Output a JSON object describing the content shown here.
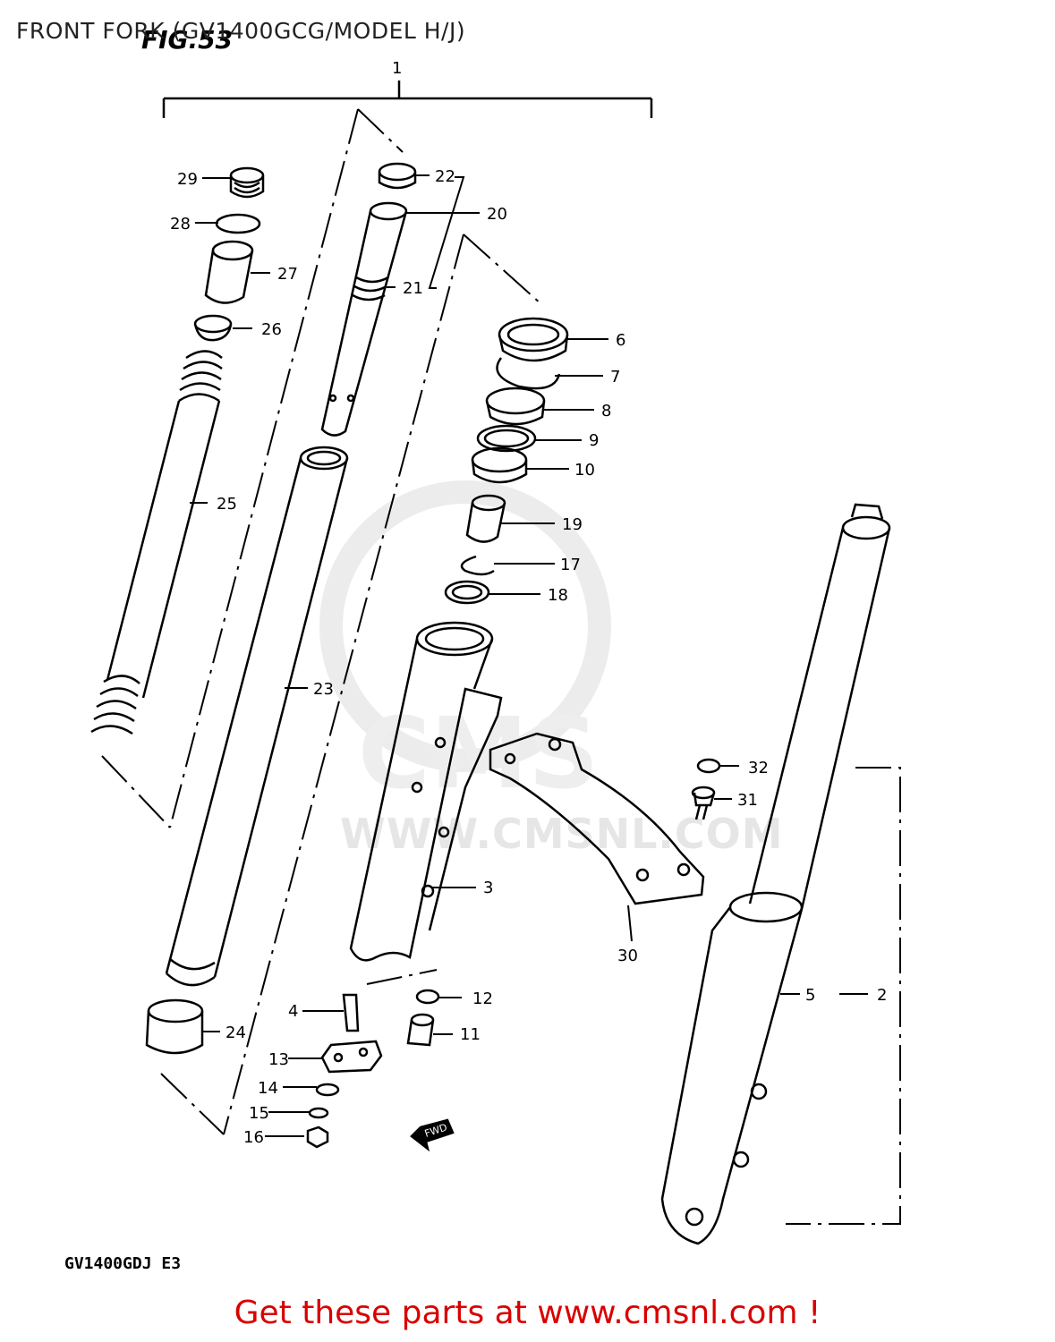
{
  "header": {
    "title": "FRONT FORK (GV1400GCG/MODEL H/J)",
    "fig_label": "FIG.53"
  },
  "footer": {
    "model_code": "GV1400GDJ  E3",
    "cta": "Get these parts at www.cmsnl.com !"
  },
  "watermark": {
    "text": "WWW.CMSNL.COM",
    "logo": "CMS"
  },
  "direction_tag": "FWD",
  "callouts": {
    "c1": "1",
    "c2": "2",
    "c3": "3",
    "c4": "4",
    "c5": "5",
    "c6": "6",
    "c7": "7",
    "c8": "8",
    "c9": "9",
    "c10": "10",
    "c11": "11",
    "c12": "12",
    "c13": "13",
    "c14": "14",
    "c15": "15",
    "c16": "16",
    "c17": "17",
    "c18": "18",
    "c19": "19",
    "c20": "20",
    "c21": "21",
    "c22": "22",
    "c23": "23",
    "c24": "24",
    "c25": "25",
    "c26": "26",
    "c27": "27",
    "c28": "28",
    "c29": "29",
    "c30": "30",
    "c31": "31",
    "c32": "32"
  },
  "colors": {
    "line": "#000000",
    "cta": "#d90000",
    "watermark": "#e6e6e6"
  }
}
